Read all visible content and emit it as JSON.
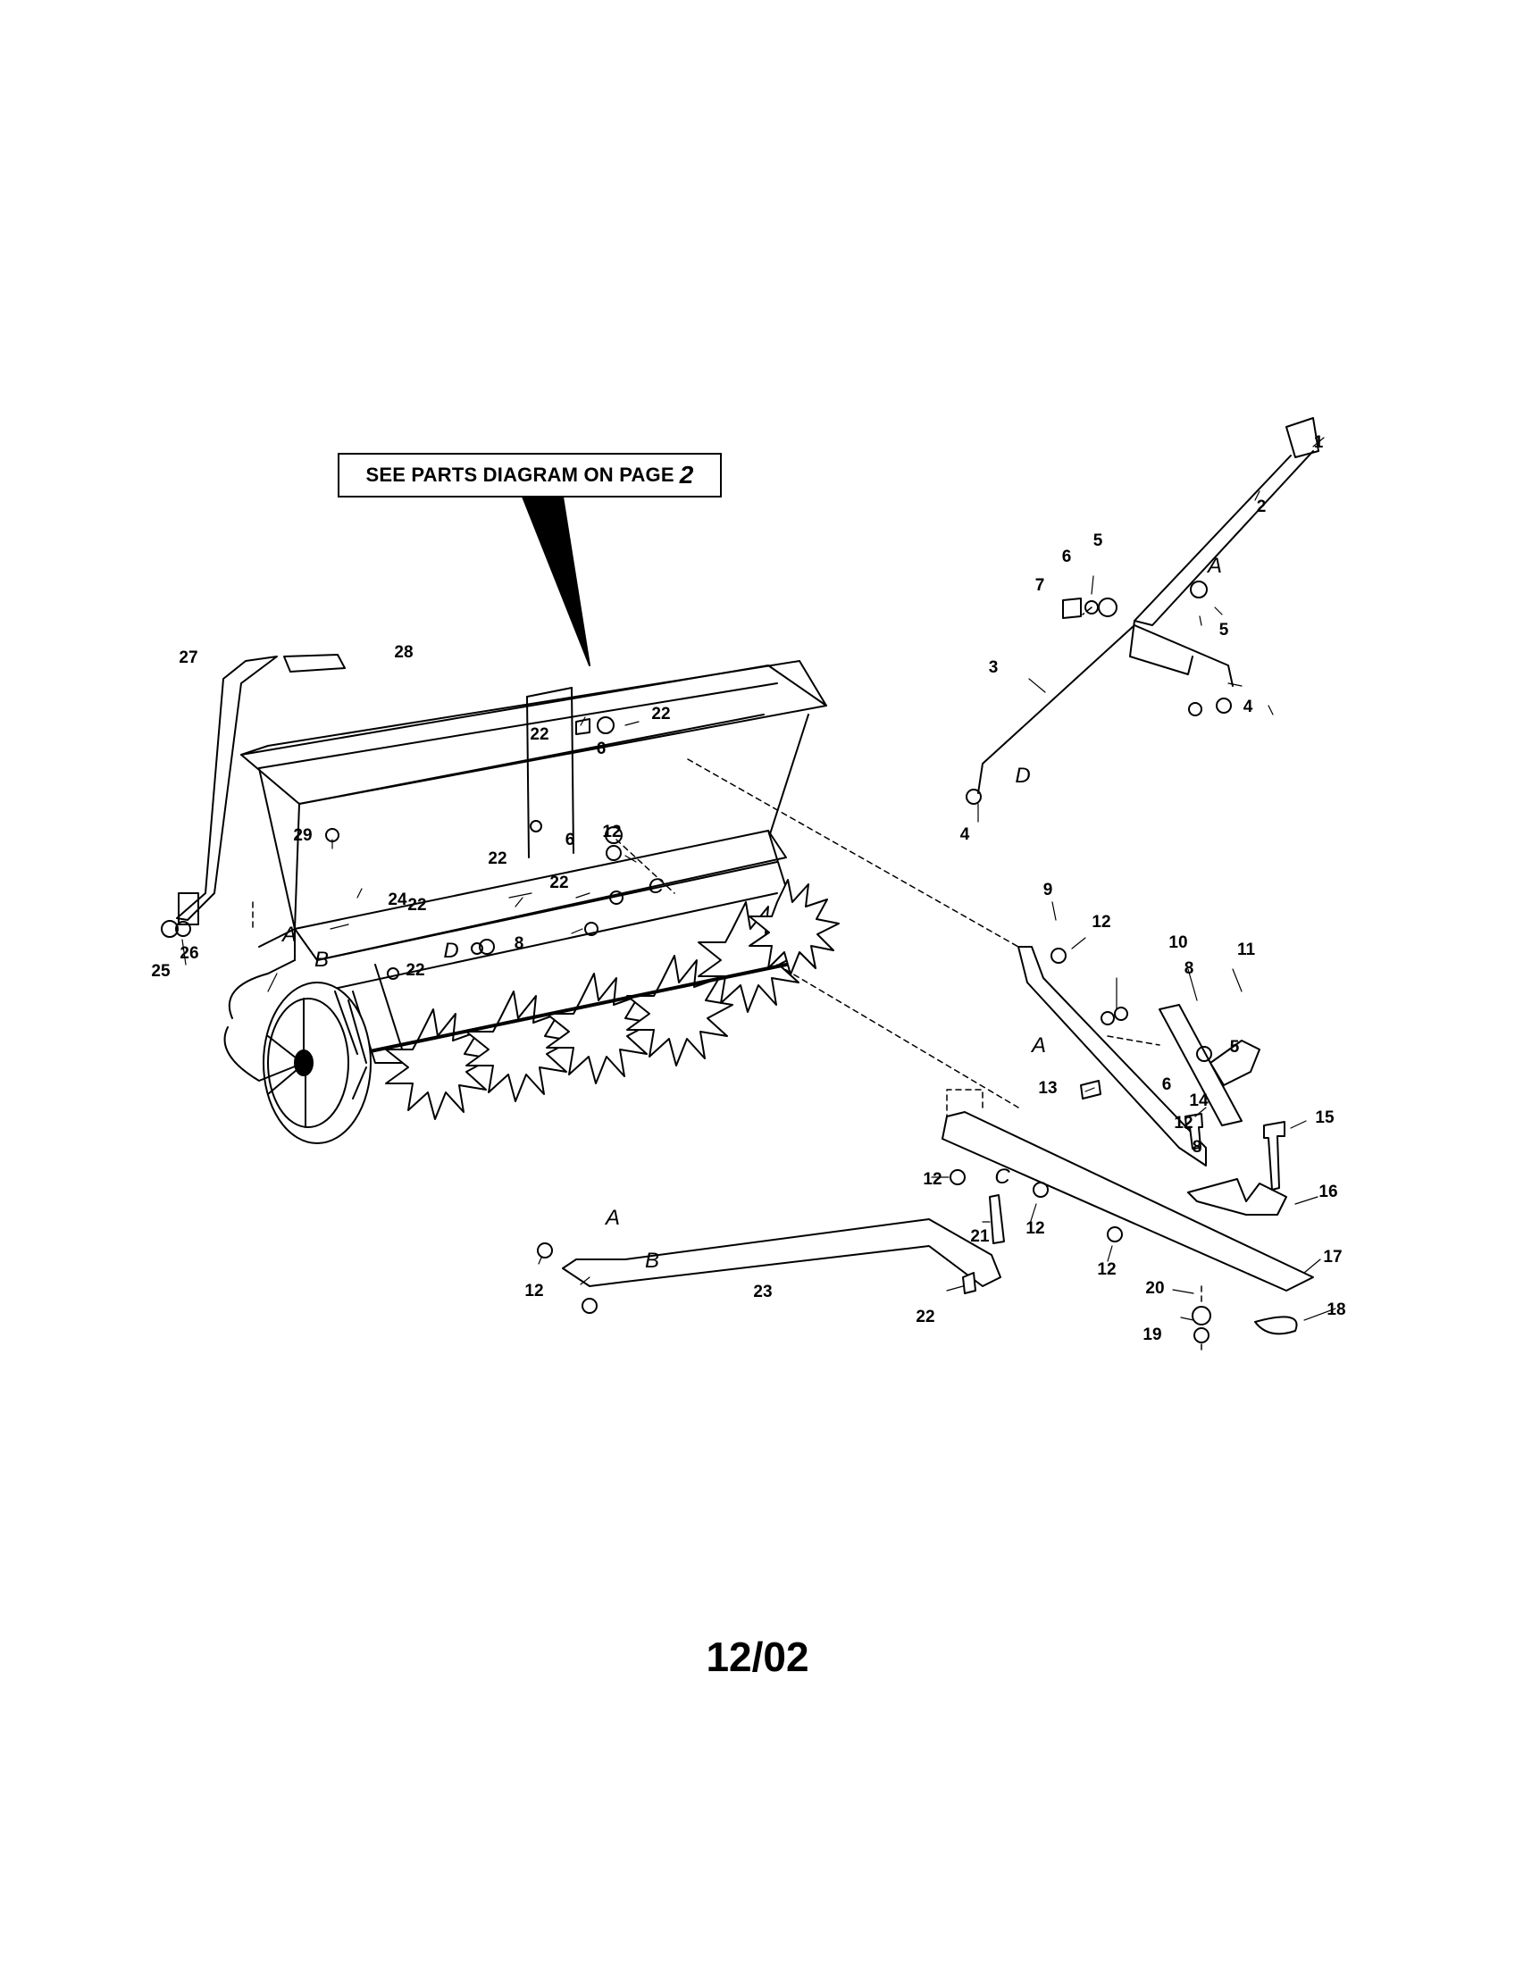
{
  "callout": {
    "text": "SEE PARTS DIAGRAM ON PAGE",
    "page": "2"
  },
  "footer": {
    "date": "12/02"
  },
  "part_labels": [
    "1",
    "2",
    "3",
    "4",
    "4",
    "5",
    "5",
    "5",
    "6",
    "6",
    "6",
    "6",
    "7",
    "8",
    "8",
    "8",
    "9",
    "10",
    "11",
    "12",
    "12",
    "12",
    "12",
    "12",
    "12",
    "12",
    "13",
    "14",
    "15",
    "16",
    "17",
    "18",
    "19",
    "20",
    "21",
    "22",
    "22",
    "22",
    "22",
    "22",
    "22",
    "22",
    "23",
    "24",
    "25",
    "26",
    "27",
    "28",
    "29"
  ],
  "reference_letters": [
    "A",
    "A",
    "A",
    "A",
    "B",
    "B",
    "C",
    "C",
    "D",
    "D"
  ]
}
